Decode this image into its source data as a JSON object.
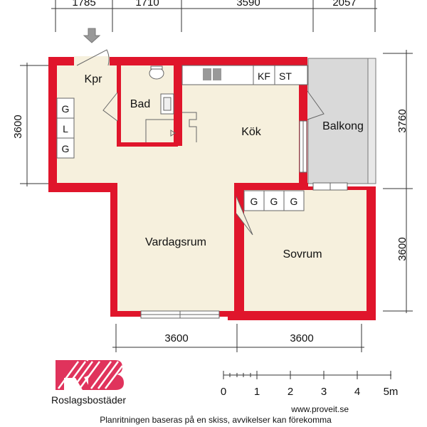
{
  "dimensions": {
    "top": [
      "1785",
      "1710",
      "3590",
      "2057"
    ],
    "bottom": [
      "3600",
      "3600"
    ],
    "left": "3600",
    "right_top": "3760",
    "right_bottom": "3600"
  },
  "rooms": {
    "kpr": "Kpr",
    "bad": "Bad",
    "kok": "Kök",
    "balkong": "Balkong",
    "vardagsrum": "Vardagsrum",
    "sovrum": "Sovrum"
  },
  "cabinets": {
    "hall": [
      "G",
      "L",
      "G"
    ],
    "kitchen": [
      "KF",
      "ST"
    ],
    "bedroom": [
      "G",
      "G",
      "G"
    ]
  },
  "scale": {
    "labels": [
      "0",
      "1",
      "2",
      "3",
      "4"
    ],
    "end_label": "5m"
  },
  "logo": {
    "mark": "RB",
    "name": "Roslagsbostäder"
  },
  "footer": {
    "url": "www.proveit.se",
    "disclaimer": "Planritningen baseras på en skiss, avvikelser kan förekomma"
  },
  "colors": {
    "wall": "#e0152b",
    "floor": "#f6f0dd",
    "balcony": "#d9d9d9",
    "logo": "#e0335c"
  }
}
